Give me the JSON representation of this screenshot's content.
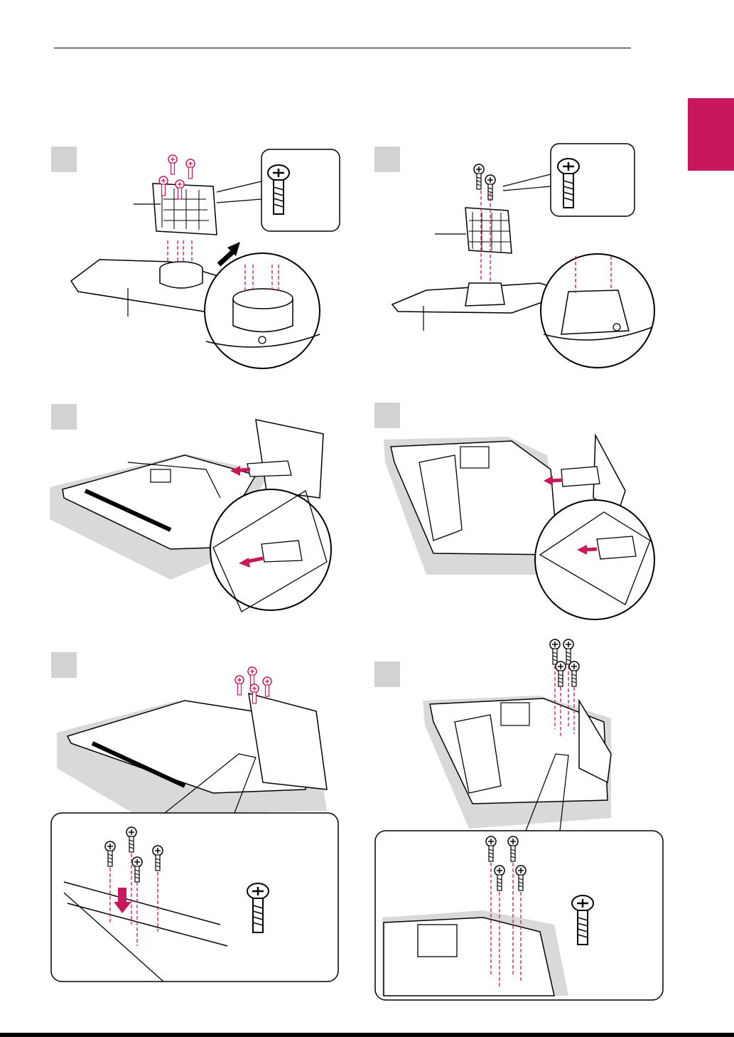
{
  "colors": {
    "accent": "#c8175d",
    "step_box": "#d1d2d4",
    "line": "#000000",
    "shadow": "#d9d9d9"
  },
  "steps": [
    {
      "id": "a",
      "icon": "stand-body-attach-illustration"
    },
    {
      "id": "b",
      "icon": "stand-body-attach-alt-illustration"
    },
    {
      "id": "c",
      "icon": "insert-stand-into-tv-illustration"
    },
    {
      "id": "d",
      "icon": "insert-stand-into-tv-alt-illustration"
    },
    {
      "id": "e",
      "icon": "screw-stand-to-tv-illustration"
    },
    {
      "id": "f",
      "icon": "screw-stand-to-tv-alt-illustration"
    }
  ]
}
